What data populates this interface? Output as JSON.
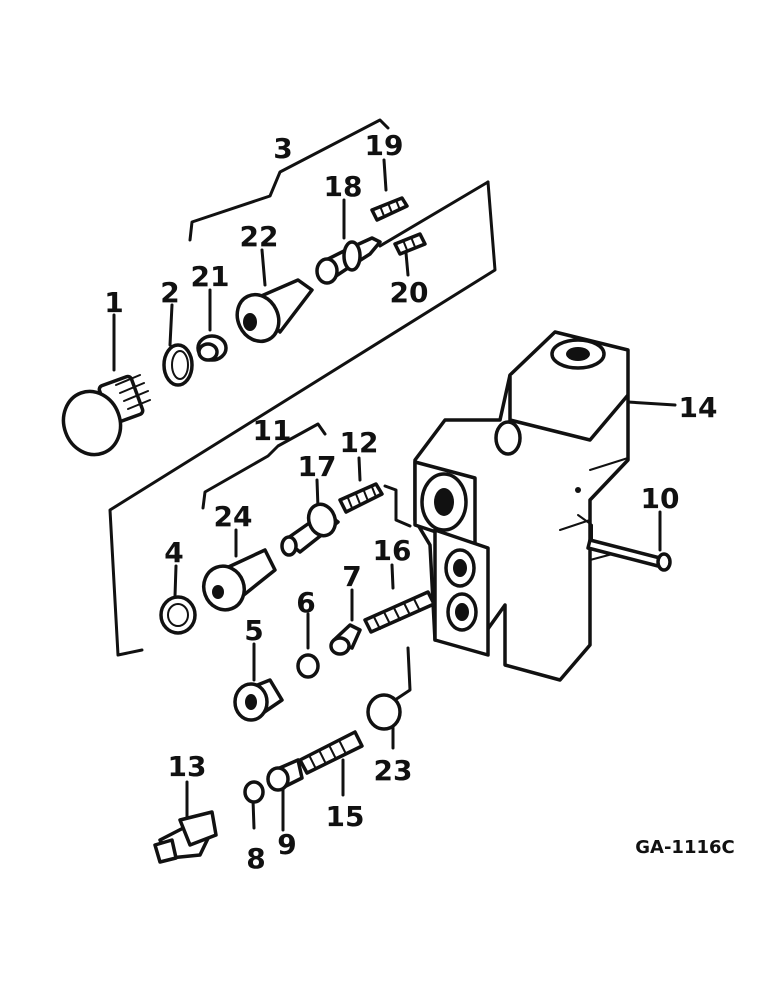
{
  "callouts": {
    "c1": "1",
    "c2": "2",
    "c3": "3",
    "c4": "4",
    "c5": "5",
    "c6": "6",
    "c7": "7",
    "c8": "8",
    "c9": "9",
    "c10": "10",
    "c11": "11",
    "c12": "12",
    "c13": "13",
    "c14": "14",
    "c15": "15",
    "c16": "16",
    "c17": "17",
    "c18": "18",
    "c19": "19",
    "c20": "20",
    "c21": "21",
    "c22": "22",
    "c23": "23",
    "c24": "24"
  },
  "drawing_code": "GA-1116C"
}
